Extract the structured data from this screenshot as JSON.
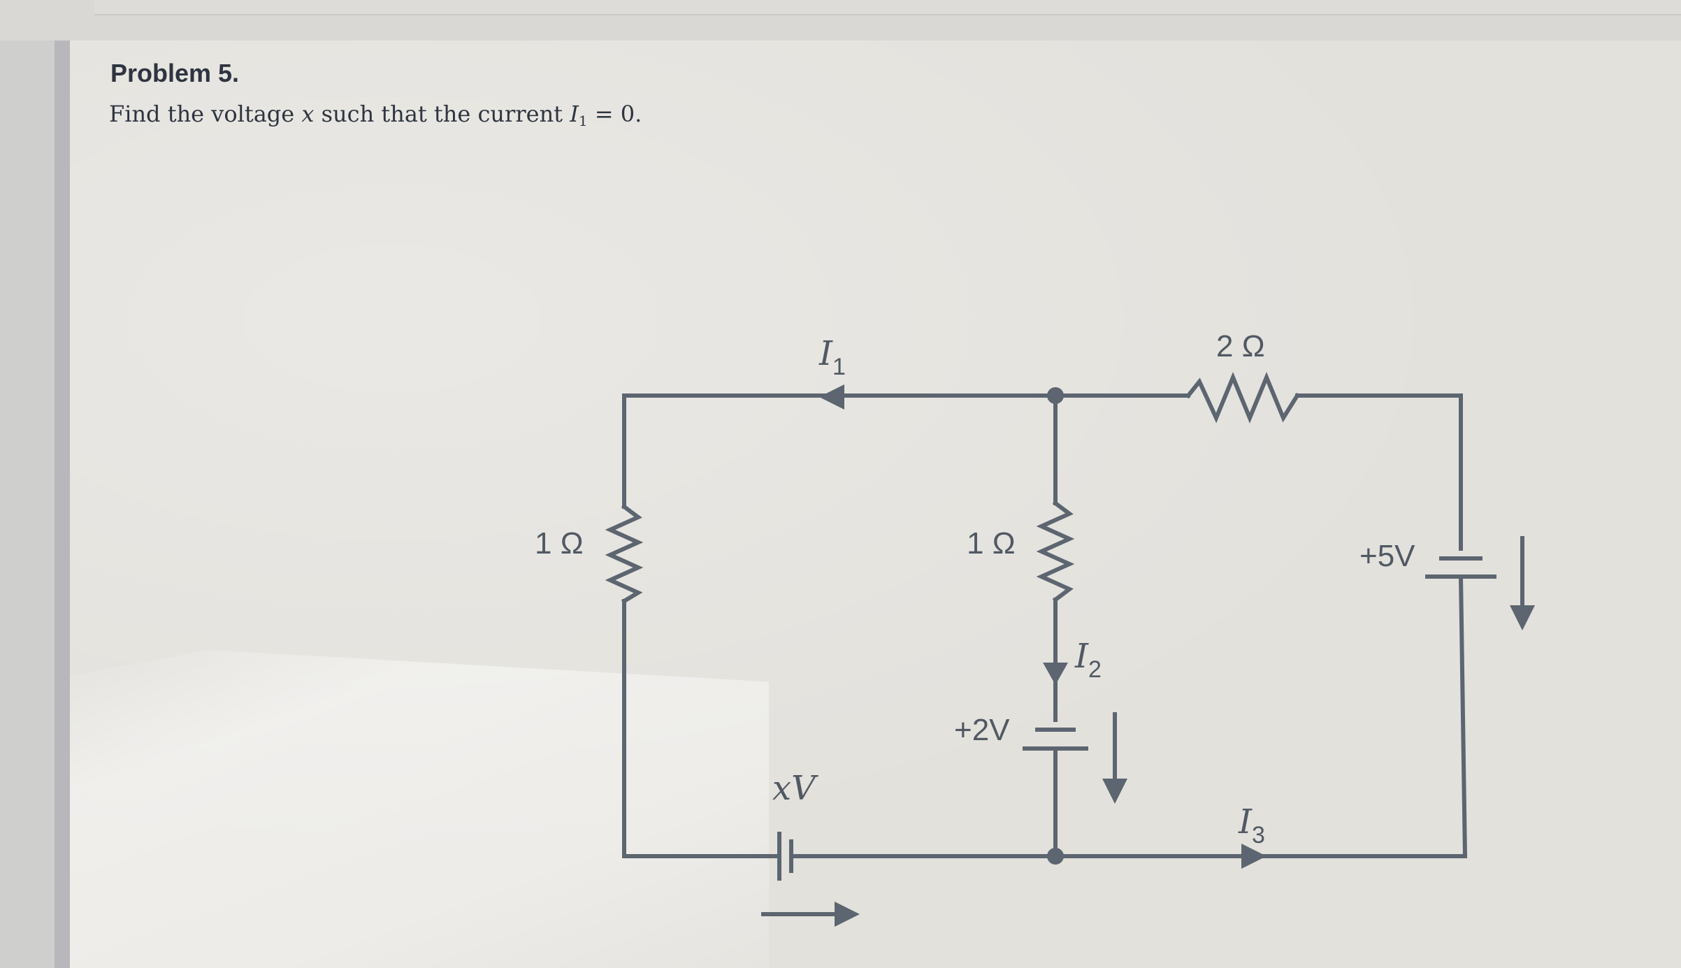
{
  "problem": {
    "title": "Problem 5.",
    "statement_pre": "Find the voltage ",
    "statement_var": "x",
    "statement_mid": " such that the current ",
    "statement_current": "I",
    "statement_current_sub": "1",
    "statement_post": " = 0."
  },
  "circuit": {
    "left_resistor": "1 Ω",
    "middle_resistor": "1 Ω",
    "top_resistor": "2 Ω",
    "middle_battery": "+2V",
    "right_battery": "+5V",
    "bottom_source_italic": "xV",
    "current_1": {
      "symbol": "I",
      "sub": "1"
    },
    "current_2": {
      "symbol": "I",
      "sub": "2"
    },
    "current_3": {
      "symbol": "I",
      "sub": "3"
    }
  },
  "colors": {
    "wire": "#5c6570",
    "text": "#2e3440",
    "paper": "#e3e1dc"
  }
}
